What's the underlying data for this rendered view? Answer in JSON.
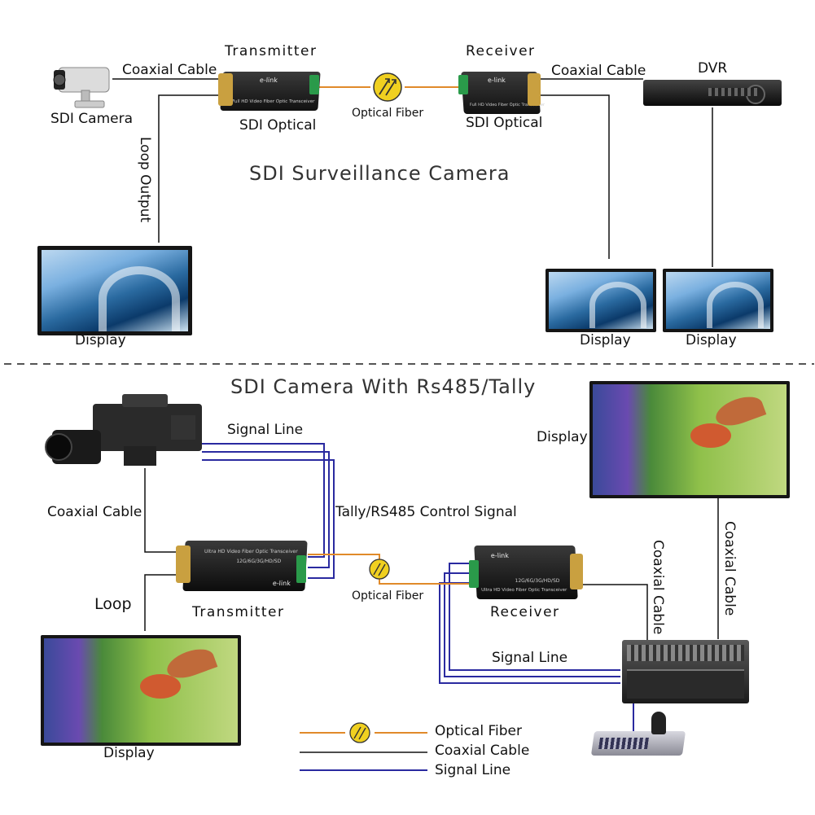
{
  "top": {
    "heading": "SDI Surveillance Camera",
    "camera_label": "SDI Camera",
    "coax_left": "Coaxial Cable",
    "transmitter_title": "Transmitter",
    "transmitter_device_label": "SDI Optical",
    "transmitter_brand": "e-link",
    "transmitter_print": "Full HD Video Fiber Optic Transceiver",
    "optical_fiber": "Optical Fiber",
    "receiver_title": "Receiver",
    "receiver_device_label": "SDI Optical",
    "receiver_brand": "e-link",
    "receiver_print": "Full HD Video Fiber Optic Transceiver",
    "coax_right": "Coaxial Cable",
    "dvr_label": "DVR",
    "loop_output": "Loop Output",
    "display_left": "Display",
    "display_mid": "Display",
    "display_right": "Display"
  },
  "bottom": {
    "heading": "SDI Camera With Rs485/Tally",
    "signal_line_top": "Signal Line",
    "coaxial_cable_left": "Coaxial Cable",
    "tally_label": "Tally/RS485 Control Signal",
    "transmitter_label": "Transmitter",
    "transmitter_brand": "e-link",
    "transmitter_print": "Ultra HD Video Fiber Optic Transceiver",
    "transmitter_print2": "12G/6G/3G/HD/SD",
    "loop_label": "Loop",
    "optical_fiber": "Optical Fiber",
    "receiver_label": "Receiver",
    "receiver_brand": "e-link",
    "receiver_print": "Ultra HD Video Fiber Optic Transceiver",
    "receiver_print2": "12G/6G/3G/HD/SD",
    "coaxial_vertical_1": "Coaxial Cable",
    "coaxial_vertical_2": "Coaxial Cable",
    "signal_line_bottom": "Signal Line",
    "display_top_right": "Display",
    "display_bottom_left": "Display"
  },
  "legend": {
    "items": [
      {
        "label": "Optical Fiber",
        "color": "#e08a2a"
      },
      {
        "label": "Coaxial Cable",
        "color": "#111111"
      },
      {
        "label": "Signal Line",
        "color": "#2a2aa0"
      }
    ]
  },
  "colors": {
    "optical": "#e08a2a",
    "coax": "#111111",
    "signal": "#2a2aa0",
    "divider": "#555555",
    "fiber_badge": "#f0d020"
  }
}
